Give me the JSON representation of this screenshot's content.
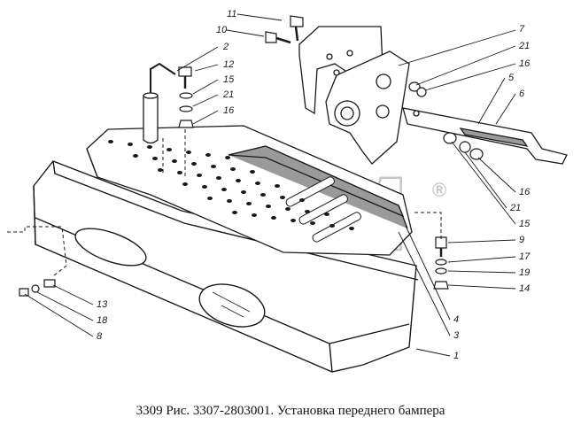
{
  "caption": "3309 Рис. 3307-2803001. Установка переднего бампера",
  "watermark": {
    "text": "BTM",
    "mark": "®"
  },
  "callouts": [
    {
      "id": "c11",
      "label": "11"
    },
    {
      "id": "c10",
      "label": "10"
    },
    {
      "id": "c2",
      "label": "2"
    },
    {
      "id": "c12",
      "label": "12"
    },
    {
      "id": "c15a",
      "label": "15"
    },
    {
      "id": "c21a",
      "label": "21"
    },
    {
      "id": "c16a",
      "label": "16"
    },
    {
      "id": "c7",
      "label": "7"
    },
    {
      "id": "c21b",
      "label": "21"
    },
    {
      "id": "c16b",
      "label": "16"
    },
    {
      "id": "c5",
      "label": "5"
    },
    {
      "id": "c6",
      "label": "6"
    },
    {
      "id": "c16c",
      "label": "16"
    },
    {
      "id": "c21c",
      "label": "21"
    },
    {
      "id": "c15b",
      "label": "15"
    },
    {
      "id": "c9",
      "label": "9"
    },
    {
      "id": "c17",
      "label": "17"
    },
    {
      "id": "c19",
      "label": "19"
    },
    {
      "id": "c14",
      "label": "14"
    },
    {
      "id": "c13",
      "label": "13"
    },
    {
      "id": "c18",
      "label": "18"
    },
    {
      "id": "c8",
      "label": "8"
    },
    {
      "id": "c4",
      "label": "4"
    },
    {
      "id": "c3",
      "label": "3"
    },
    {
      "id": "c1",
      "label": "1"
    }
  ],
  "colors": {
    "line": "#1a1a1a",
    "shade": "#9a9a9a",
    "watermark": "#c8c8c8"
  }
}
